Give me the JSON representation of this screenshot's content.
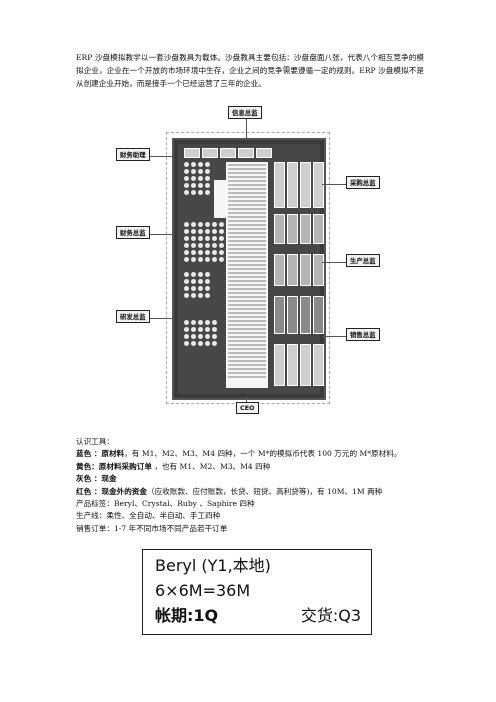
{
  "intro": "ERP 沙盘模拟教学以一套沙盘教具为载体。沙盘教具主要包括：沙盘盘面八张，代表八个相互竞争的模拟企业，企业在一个开放的市场环境中生存，企业之间的竞争需要遵循一定的规则。ERP 沙盘模拟不是从创建企业开始，而是接手一个已经运营了三年的企业。",
  "diagram": {
    "labels": {
      "info": "信息总监",
      "fin_assist": "财务助理",
      "fin_director": "财务总监",
      "rd": "研发总监",
      "purchase": "采购总监",
      "production": "生产总监",
      "sales": "销售总监",
      "ceo": "CEO"
    }
  },
  "list": {
    "heading": "认识工具：",
    "blue_key": "蓝色 ：原材料",
    "blue_rest": "，有 M1、M2、M3、M4 四种，一个 M*的模拟币代表 100 万元的 M*原材料。",
    "yellow_key": "黄色：原材料采购订单",
    "yellow_rest": " ，也有 M1、M2、M3、M4 四种",
    "gray_key": "灰色 ：现金",
    "red_key": "红色 ：现金外的资金",
    "red_rest": "（应收账款、应付账款，长贷、短贷、高利贷等)，有 10M、1M 两种",
    "product": "产品标签：Beryl、Crystal、Ruby 、Saphire 四种",
    "lines": "生产线：柔性、全自动、半自动、手工四种",
    "orders": "销售订单：1-7 年不同市场不同产品若干订单"
  },
  "card": {
    "line1": "Beryl (Y1,本地)",
    "line2": "6×6M=36M",
    "line3a": "帐期:1Q",
    "line3b": "交货:Q3"
  }
}
